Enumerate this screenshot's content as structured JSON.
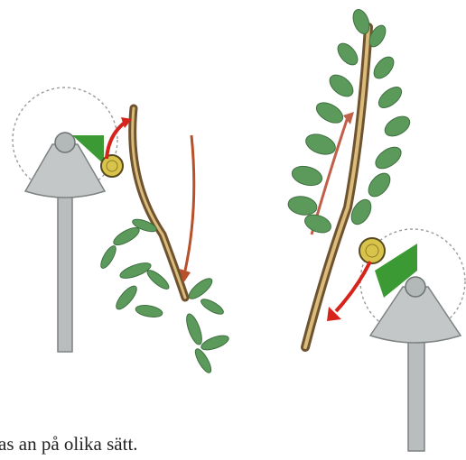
{
  "caption": "as an på olika sätt.",
  "illustrations": [
    {
      "name": "left-cutter-with-bending-branch",
      "motion": "branch bends away from the cutting head"
    },
    {
      "name": "right-cutter-with-leaning-sapling",
      "motion": "sapling is pushed down and away"
    }
  ],
  "colors": {
    "metal": "#b8bcbc",
    "metal_dark": "#7d8282",
    "wood": "#8b6a3e",
    "wood_light": "#d9bb7a",
    "leaf": "#4f8f52",
    "leaf_light": "#8cc08a",
    "sector_green": "#3c9a34",
    "arrow_red": "#d6231c",
    "stump_yellow": "#d8c44a"
  }
}
